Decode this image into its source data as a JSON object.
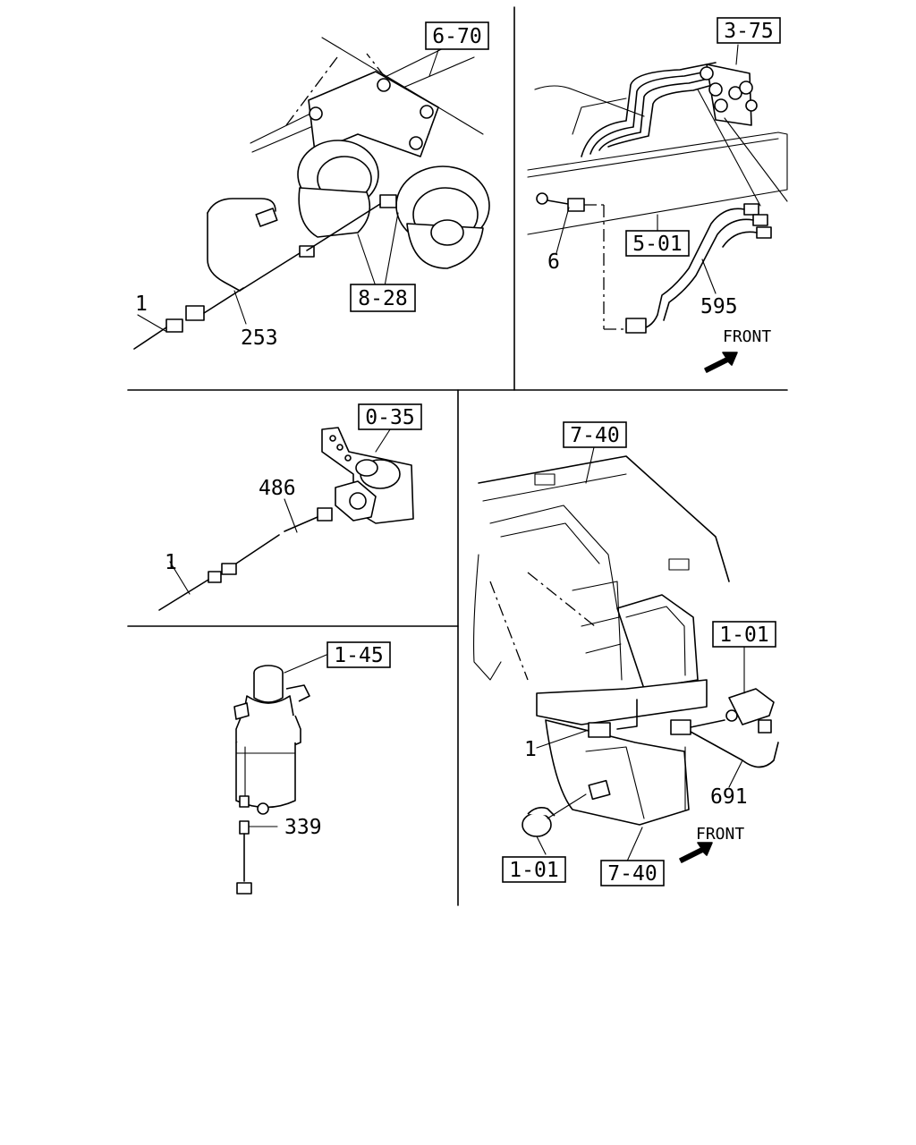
{
  "callouts": {
    "ref_6_70": "6-70",
    "ref_8_28": "8-28",
    "ref_3_75": "3-75",
    "ref_5_01": "5-01",
    "ref_0_35": "0-35",
    "ref_1_45": "1-45",
    "ref_7_40_top": "7-40",
    "ref_1_01_right": "1-01",
    "ref_1_01_bottom": "1-01",
    "ref_7_40_bottom": "7-40"
  },
  "part_numbers": {
    "p1_horn": "1",
    "p253": "253",
    "p6": "6",
    "p595": "595",
    "p486": "486",
    "p1_sensor": "1",
    "p339": "339",
    "p1_dash": "1",
    "p691": "691"
  },
  "direction": {
    "front_top": "FRONT",
    "front_bottom": "FRONT"
  }
}
